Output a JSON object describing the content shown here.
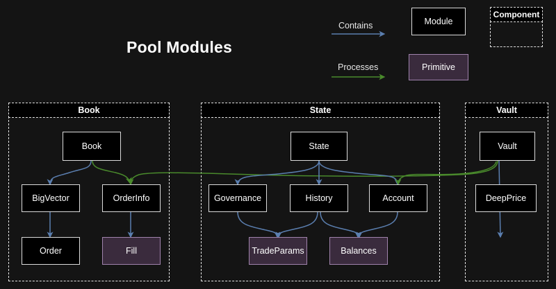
{
  "diagram": {
    "title": "Pool Modules",
    "background": "#141414",
    "colors": {
      "contains_edge": "#5b7fb0",
      "processes_edge": "#3f7a27",
      "module_fill": "#000000",
      "module_border": "#dcdcdc",
      "primitive_fill": "#3a2b3d",
      "primitive_border": "#a083ad",
      "section_border": "#e6e6e6",
      "text": "#ffffff"
    }
  },
  "legend": {
    "contains_label": "Contains",
    "processes_label": "Processes",
    "module_label": "Module",
    "primitive_label": "Primitive",
    "component_label": "Component"
  },
  "sections": [
    {
      "id": "book",
      "label": "Book",
      "nodes": [
        {
          "id": "book-node",
          "label": "Book",
          "kind": "module"
        },
        {
          "id": "bigvector-node",
          "label": "BigVector",
          "kind": "module"
        },
        {
          "id": "orderinfo-node",
          "label": "OrderInfo",
          "kind": "module"
        },
        {
          "id": "order-node",
          "label": "Order",
          "kind": "module"
        },
        {
          "id": "fill-node",
          "label": "Fill",
          "kind": "primitive"
        }
      ]
    },
    {
      "id": "state",
      "label": "State",
      "nodes": [
        {
          "id": "state-node",
          "label": "State",
          "kind": "module"
        },
        {
          "id": "governance-node",
          "label": "Governance",
          "kind": "module"
        },
        {
          "id": "history-node",
          "label": "History",
          "kind": "module"
        },
        {
          "id": "account-node",
          "label": "Account",
          "kind": "module"
        },
        {
          "id": "tradeparams-node",
          "label": "TradeParams",
          "kind": "primitive"
        },
        {
          "id": "balances-node",
          "label": "Balances",
          "kind": "primitive"
        }
      ]
    },
    {
      "id": "vault",
      "label": "Vault",
      "nodes": [
        {
          "id": "vault-node",
          "label": "Vault",
          "kind": "module"
        },
        {
          "id": "deepprice-node",
          "label": "DeepPrice",
          "kind": "module"
        }
      ]
    }
  ],
  "edges": [
    {
      "from": "Book",
      "to": "BigVector",
      "type": "Contains"
    },
    {
      "from": "BigVector",
      "to": "Order",
      "type": "Contains"
    },
    {
      "from": "OrderInfo",
      "to": "Fill",
      "type": "Contains"
    },
    {
      "from": "Book",
      "to": "OrderInfo",
      "type": "Processes"
    },
    {
      "from": "State",
      "to": "Governance",
      "type": "Contains"
    },
    {
      "from": "State",
      "to": "History",
      "type": "Contains"
    },
    {
      "from": "State",
      "to": "Account",
      "type": "Contains"
    },
    {
      "from": "Governance",
      "to": "TradeParams",
      "type": "Contains"
    },
    {
      "from": "History",
      "to": "TradeParams",
      "type": "Contains"
    },
    {
      "from": "History",
      "to": "Balances",
      "type": "Contains"
    },
    {
      "from": "Account",
      "to": "Balances",
      "type": "Contains"
    },
    {
      "from": "Vault",
      "to": "DeepPrice",
      "type": "Contains"
    },
    {
      "from": "Vault",
      "to": "Account",
      "type": "Processes"
    },
    {
      "from": "Vault",
      "to": "OrderInfo",
      "type": "Processes"
    }
  ]
}
